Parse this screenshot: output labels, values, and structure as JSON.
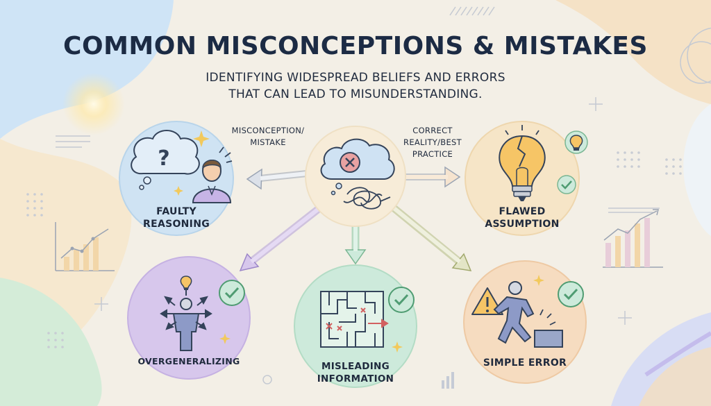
{
  "title": "COMMON MISCONCEPTIONS & MISTAKES",
  "subtitle": {
    "line1": "IDENTIFYING WIDESPREAD BELIEFS AND ERRORS",
    "line2": "THAT CAN LEAD TO MISUNDERSTANDING."
  },
  "legend": {
    "left": {
      "line1": "MISCONCEPTION/",
      "line2": "MISTAKE"
    },
    "right": {
      "line1": "CORRECT",
      "line2": "REALITY/BEST",
      "line3": "PRACTICE"
    }
  },
  "nodes": {
    "faulty": {
      "line1": "FAULTY",
      "line2": "REASONING",
      "color": "#cfe3f3"
    },
    "flawed": {
      "line1": "FLAWED",
      "line2": "ASSUMPTION",
      "color": "#f6e5c7"
    },
    "overgeneral": {
      "line1": "OVERGENERALIZING",
      "color": "#d7c7ec"
    },
    "misleading": {
      "line1": "MISLEADING",
      "line2": "INFORMATION",
      "color": "#cdeadb"
    },
    "simple": {
      "line1": "SIMPLE ERROR",
      "color": "#f6dcc0"
    },
    "center": {
      "color": "#f7ecd8"
    }
  },
  "icons": [
    "question-cloud-icon",
    "person-icon",
    "x-cloud-icon",
    "tangle-icon",
    "broken-bulb-icon",
    "bulb-icon",
    "check-icon",
    "arrows-person-icon",
    "maze-icon",
    "warning-icon",
    "tripping-person-icon",
    "sparkle-icon",
    "bar-chart-icon"
  ]
}
